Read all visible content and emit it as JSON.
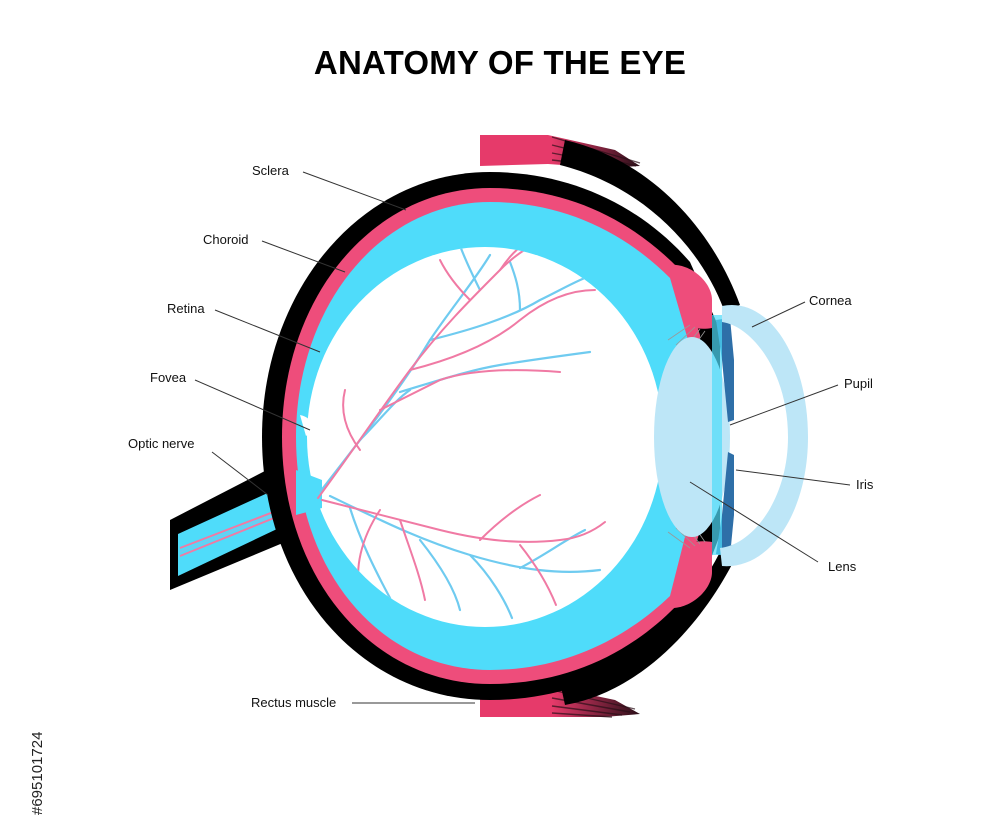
{
  "title": "ANATOMY OF THE EYE",
  "labels": {
    "sclera": "Sclera",
    "choroid": "Choroid",
    "retina": "Retina",
    "fovea": "Fovea",
    "optic_nerve": "Optic nerve",
    "rectus_muscle": "Rectus muscle",
    "cornea": "Cornea",
    "pupil": "Pupil",
    "iris": "Iris",
    "lens": "Lens"
  },
  "stock_id": "#695101724",
  "colors": {
    "sclera": "#000000",
    "choroid": "#EE4D7B",
    "retina": "#4FDCFA",
    "cornea": "#BDE6F7",
    "lens": "#BDE6F7",
    "iris": "#2E6FA8",
    "vessel_pink": "#F07AA4",
    "vessel_blue": "#6FCBF0",
    "muscle": "#E63A6A"
  }
}
